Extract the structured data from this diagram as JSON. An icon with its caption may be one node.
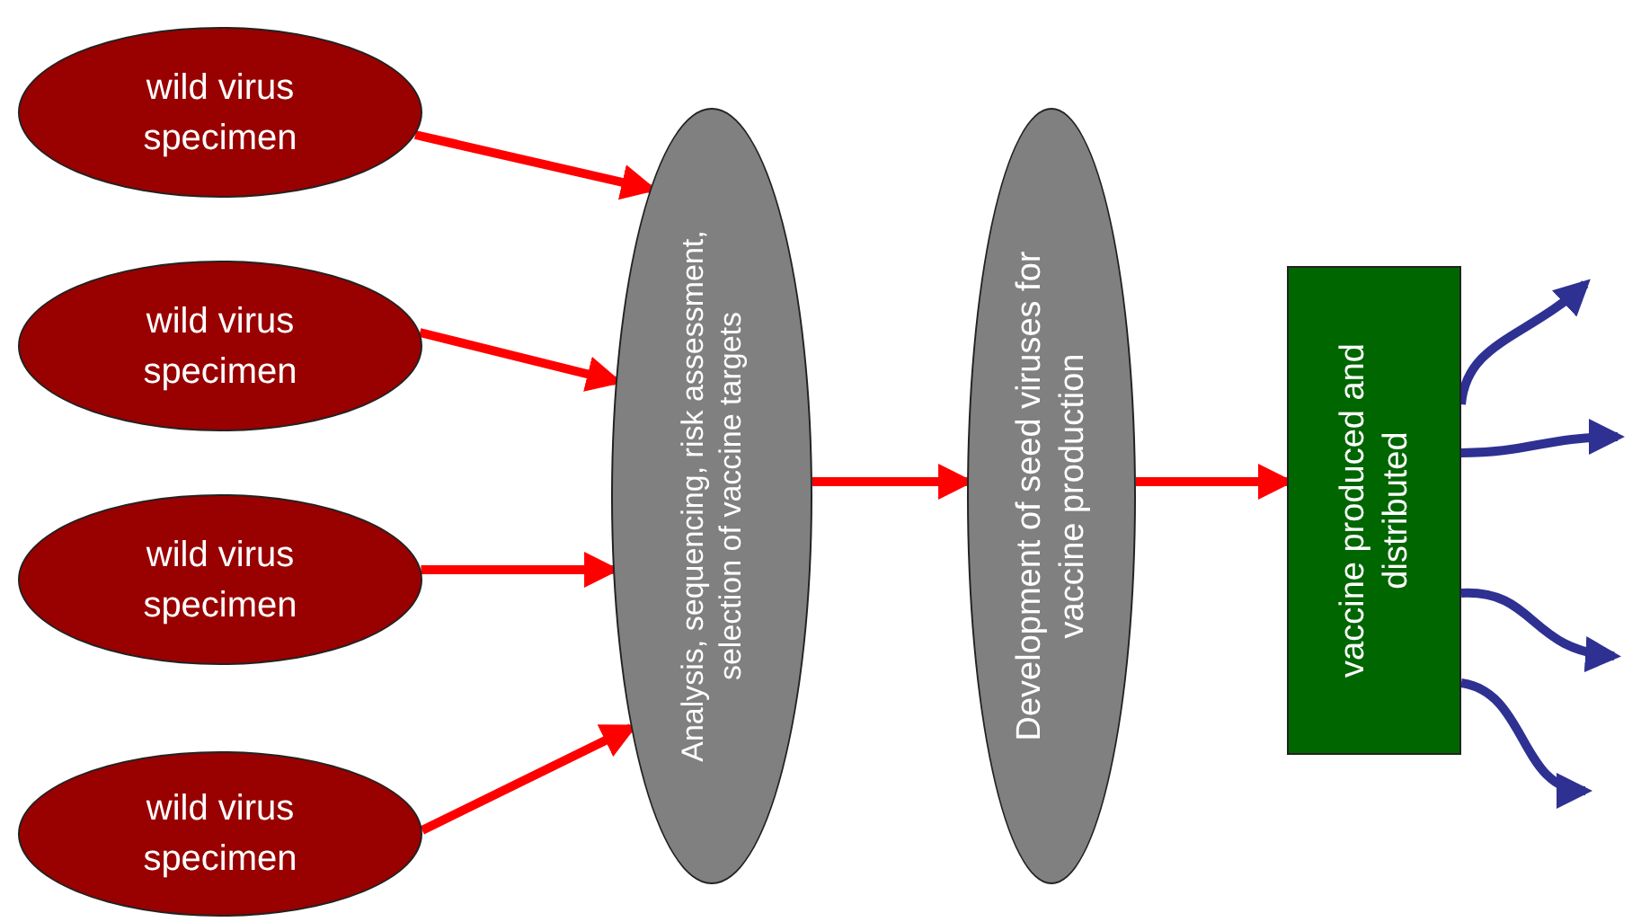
{
  "diagram": {
    "nodes": [
      {
        "text": [
          "wild virus specimen"
        ]
      },
      {
        "text": [
          "wild virus specimen"
        ]
      },
      {
        "text": [
          "wild virus specimen"
        ]
      },
      {
        "text": [
          "wild virus specimen"
        ]
      },
      {
        "text": [
          "Analysis, sequencing, risk assessment, selection of vaccine targets"
        ]
      },
      {
        "text": [
          "Development of seed viruses for vaccine production"
        ]
      },
      {
        "text": [
          "vaccine produced and distributed"
        ]
      }
    ],
    "edges": [
      {
        "from": 0,
        "to": 4,
        "arrow": "to"
      },
      {
        "from": 1,
        "to": 4,
        "arrow": "to"
      },
      {
        "from": 2,
        "to": 4,
        "arrow": "to"
      },
      {
        "from": 3,
        "to": 4,
        "arrow": "to"
      },
      {
        "from": 4,
        "to": 5,
        "arrow": "to"
      },
      {
        "from": 5,
        "to": 6,
        "arrow": "to"
      },
      {
        "from": 6,
        "to": null,
        "arrow": "to",
        "color": "#2e3192"
      },
      {
        "from": 6,
        "to": null,
        "arrow": "to",
        "color": "#2e3192"
      },
      {
        "from": 6,
        "to": null,
        "arrow": "to",
        "color": "#2e3192"
      },
      {
        "from": 6,
        "to": null,
        "arrow": "to",
        "color": "#2e3192"
      }
    ]
  }
}
